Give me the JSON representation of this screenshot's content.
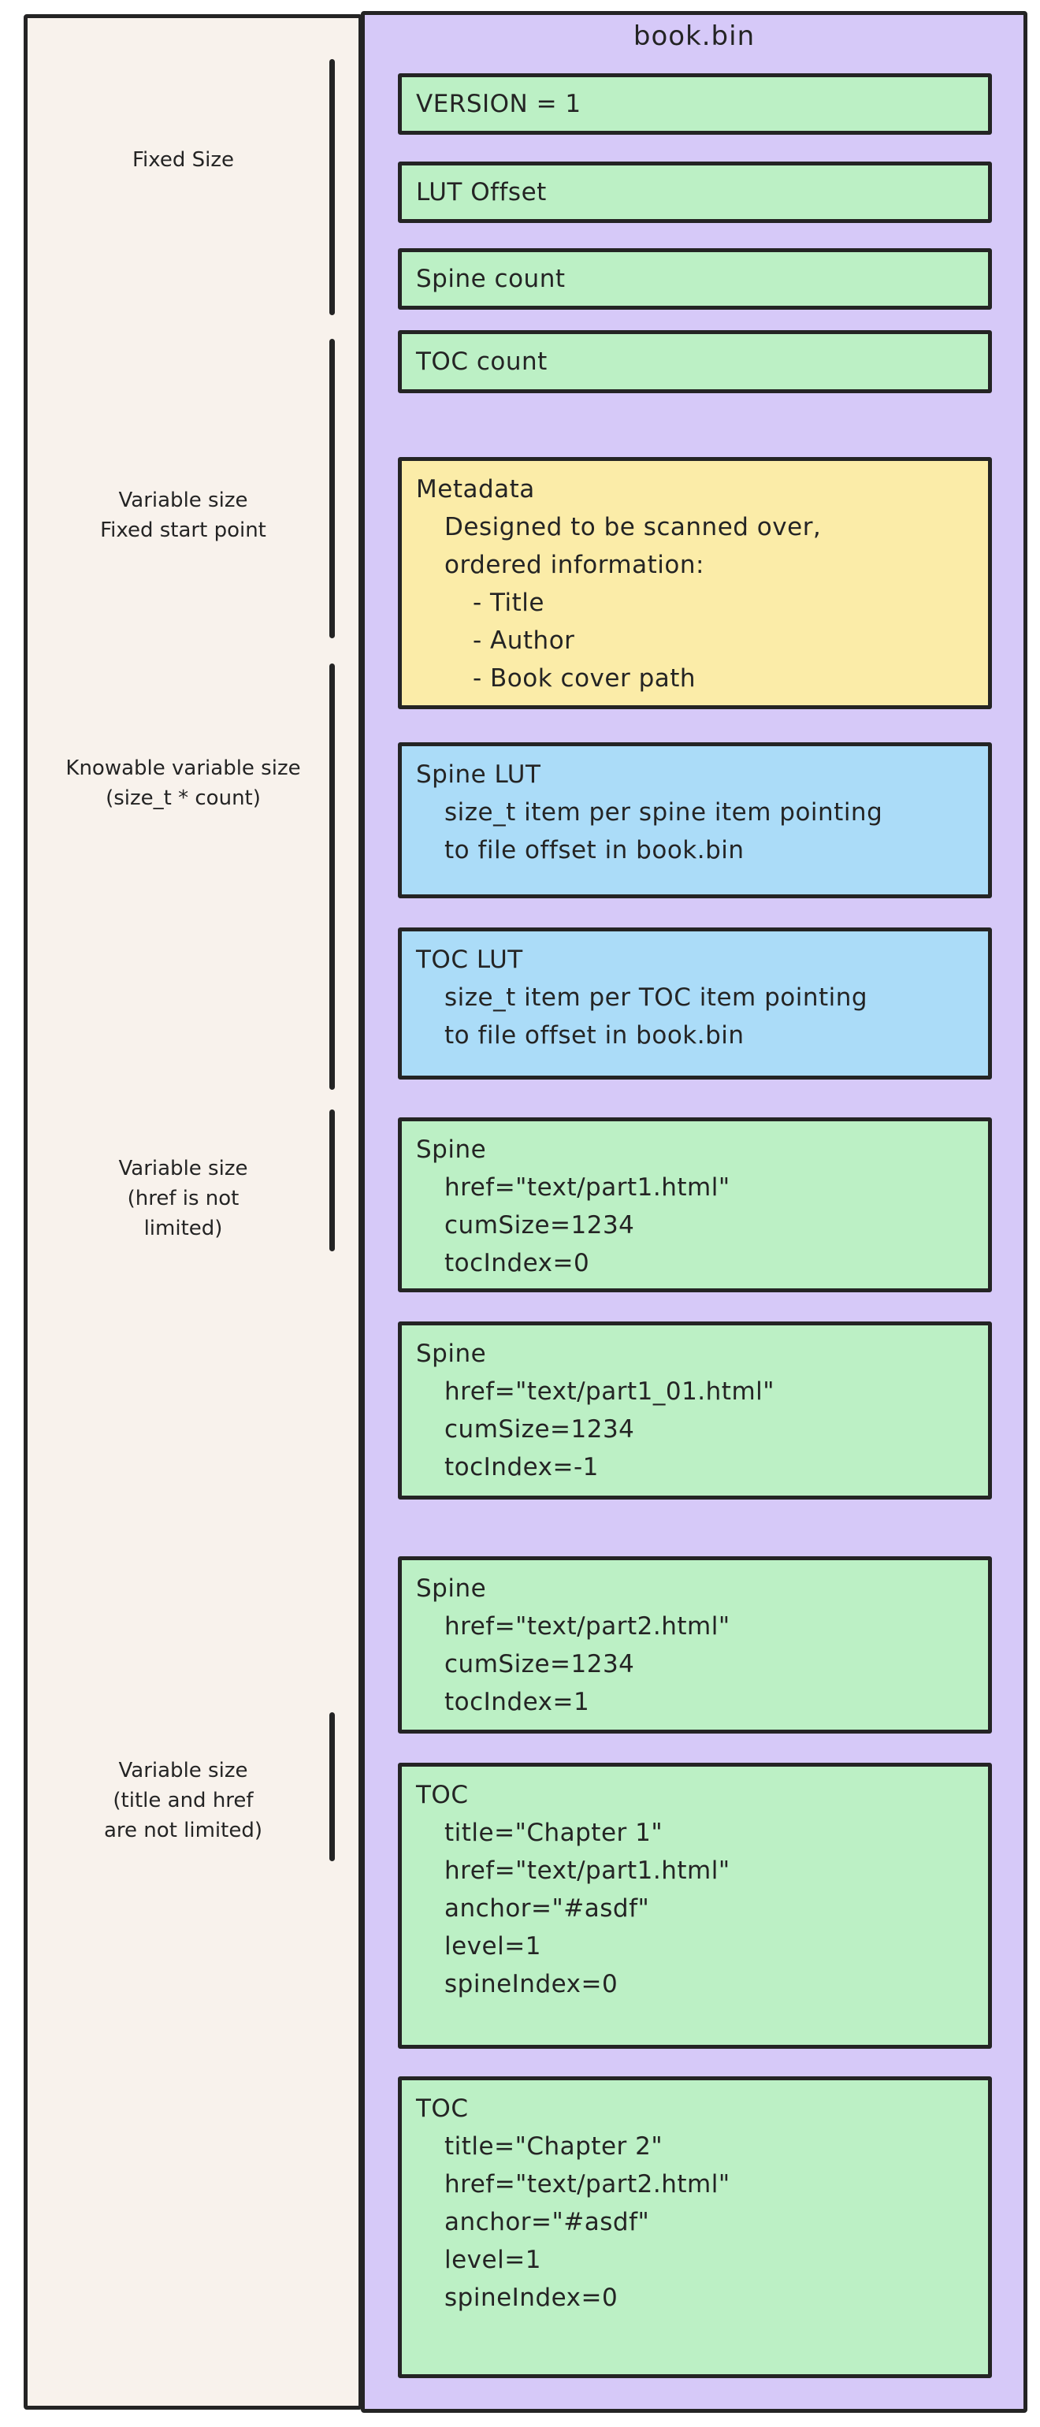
{
  "diagram": {
    "file_title": "book.bin",
    "annotations": [
      {
        "lines": [
          "Fixed Size"
        ]
      },
      {
        "lines": [
          "Variable size",
          "Fixed start point"
        ]
      },
      {
        "lines": [
          "Knowable variable size",
          "(size_t * count)"
        ]
      },
      {
        "lines": [
          "Variable size",
          "(href is not",
          "limited)"
        ]
      },
      {
        "lines": [
          "Variable size",
          "(title and href",
          "are not limited)"
        ]
      }
    ],
    "header_boxes": [
      "VERSION = 1",
      "LUT Offset",
      "Spine count",
      "TOC count"
    ],
    "metadata_box": {
      "title": "Metadata",
      "lines": [
        "Designed to be scanned over,",
        "ordered information:",
        "- Title",
        "- Author",
        "- Book cover path"
      ]
    },
    "lut_boxes": [
      {
        "title": "Spine LUT",
        "lines": [
          "size_t item per spine item pointing",
          "to file offset in book.bin"
        ]
      },
      {
        "title": "TOC LUT",
        "lines": [
          "size_t item per TOC item pointing",
          "to file offset in book.bin"
        ]
      }
    ],
    "spine_boxes": [
      {
        "title": "Spine",
        "lines": [
          "href=\"text/part1.html\"",
          "cumSize=1234",
          "tocIndex=0"
        ]
      },
      {
        "title": "Spine",
        "lines": [
          "href=\"text/part1_01.html\"",
          "cumSize=1234",
          "tocIndex=-1"
        ]
      },
      {
        "title": "Spine",
        "lines": [
          "href=\"text/part2.html\"",
          "cumSize=1234",
          "tocIndex=1"
        ]
      }
    ],
    "toc_boxes": [
      {
        "title": "TOC",
        "lines": [
          "title=\"Chapter 1\"",
          "href=\"text/part1.html\"",
          "anchor=\"#asdf\"",
          "level=1",
          "spineIndex=0"
        ]
      },
      {
        "title": "TOC",
        "lines": [
          "title=\"Chapter 2\"",
          "href=\"text/part2.html\"",
          "anchor=\"#asdf\"",
          "level=1",
          "spineIndex=0"
        ]
      }
    ],
    "colors": {
      "stroke": "#242424",
      "container_fill": "#d6c9f8",
      "field_fill": "#bcf0c5",
      "metadata_fill": "#fbeca8",
      "lut_fill": "#abdcf8",
      "canvas_fill": "#f8f2ec"
    }
  }
}
